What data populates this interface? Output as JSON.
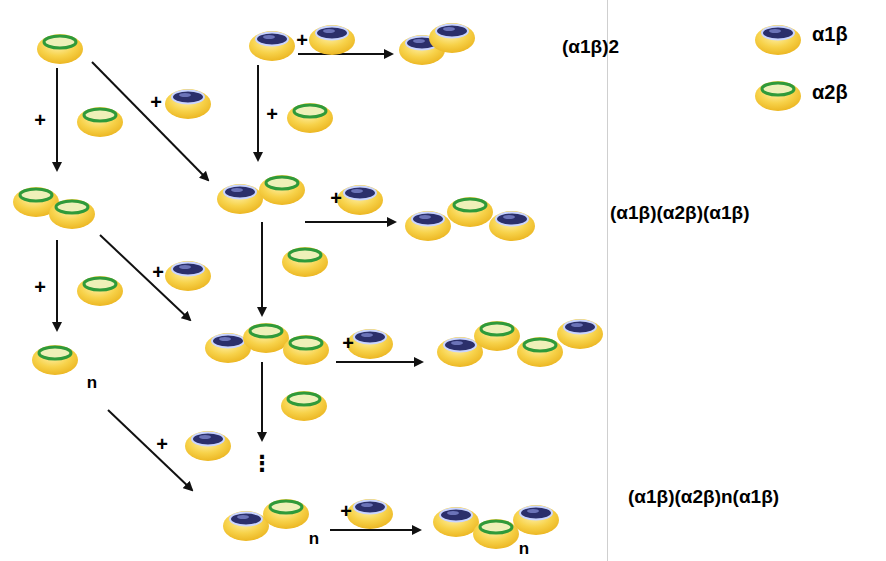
{
  "diagram": {
    "labels": [
      "(α1β)2",
      "(α1β)(α2β)(α1β)",
      "(α1β)(α2β)n(α1β)",
      "+",
      "+",
      "+",
      "+",
      "+",
      "+",
      "+",
      "+",
      "+",
      "+",
      "n",
      "n",
      "n",
      "⋮"
    ],
    "legend": [
      {
        "text": "α1β"
      },
      {
        "text": "α2β"
      }
    ]
  }
}
